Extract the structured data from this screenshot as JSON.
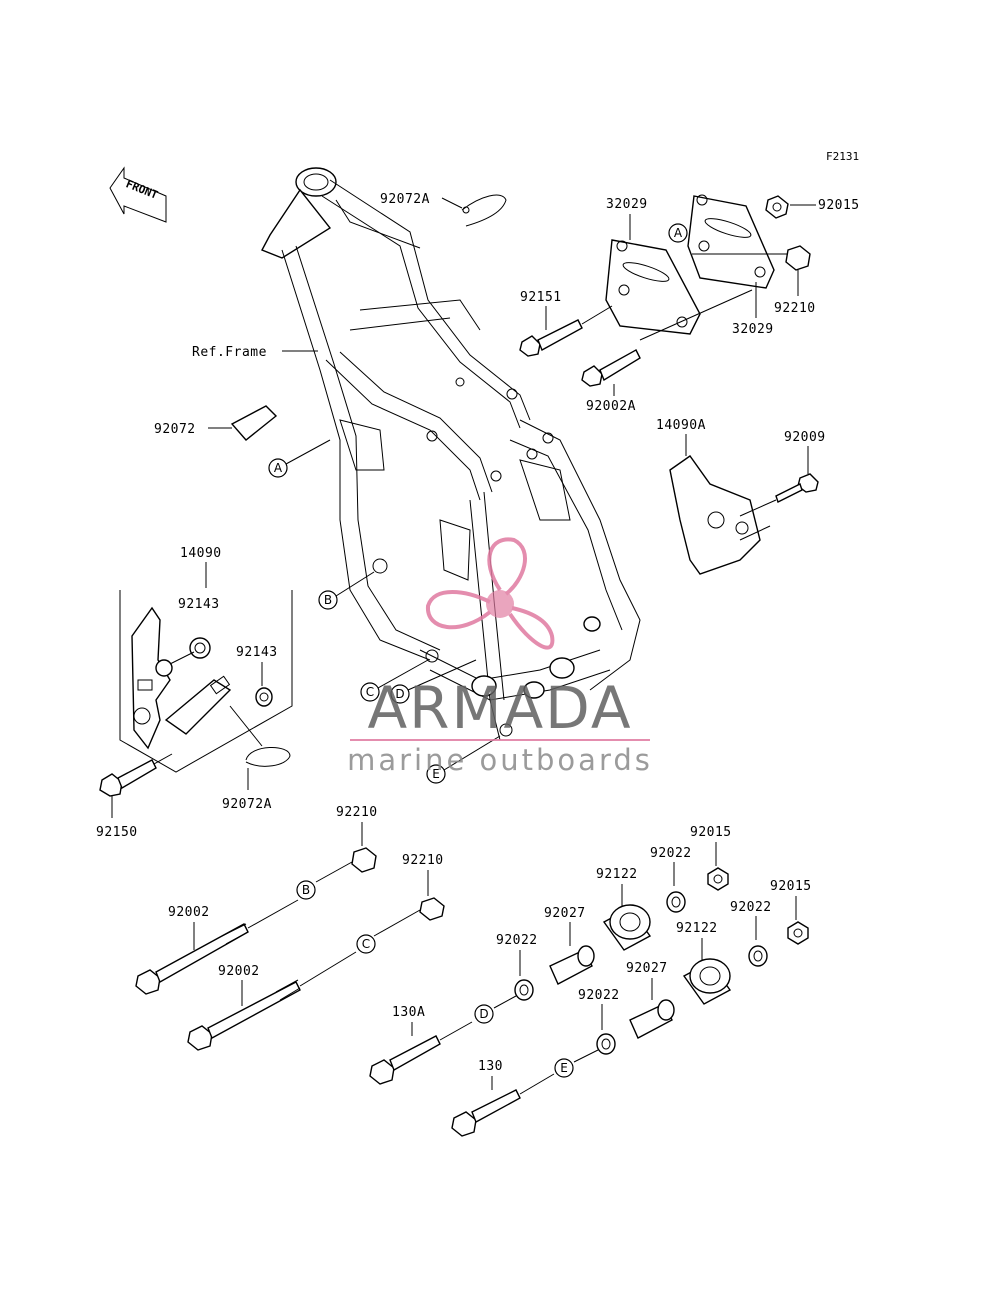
{
  "diagram_code": "F2131",
  "front_label": "FRONT",
  "ref_frame_label": "Ref.Frame",
  "parts": {
    "p92072A_top": "92072A",
    "p32029_top": "32029",
    "p92015_top": "92015",
    "p92210_top": "92210",
    "p32029_bottom": "32029",
    "p92151": "92151",
    "p92002A": "92002A",
    "p14090A": "14090A",
    "p92009": "92009",
    "p92072": "92072",
    "p14090": "14090",
    "p92143_a": "92143",
    "p92143_b": "92143",
    "p92072A_bottom": "92072A",
    "p92150": "92150",
    "p92210_b1": "92210",
    "p92210_b2": "92210",
    "p92002_b1": "92002",
    "p92002_b2": "92002",
    "p92015_b1": "92015",
    "p92015_b2": "92015",
    "p92022_b1": "92022",
    "p92022_b2": "92022",
    "p92022_b3": "92022",
    "p92022_b4": "92022",
    "p92122_b1": "92122",
    "p92122_b2": "92122",
    "p92027_b1": "92027",
    "p92027_b2": "92027",
    "p130A": "130A",
    "p130": "130"
  },
  "callouts": {
    "A": "A",
    "B": "B",
    "C": "C",
    "D": "D",
    "E": "E"
  },
  "watermark": {
    "brand": "ARMADA",
    "tagline": "marine outboards",
    "accent_color": "#e07aa0",
    "text_color": "#606060"
  }
}
